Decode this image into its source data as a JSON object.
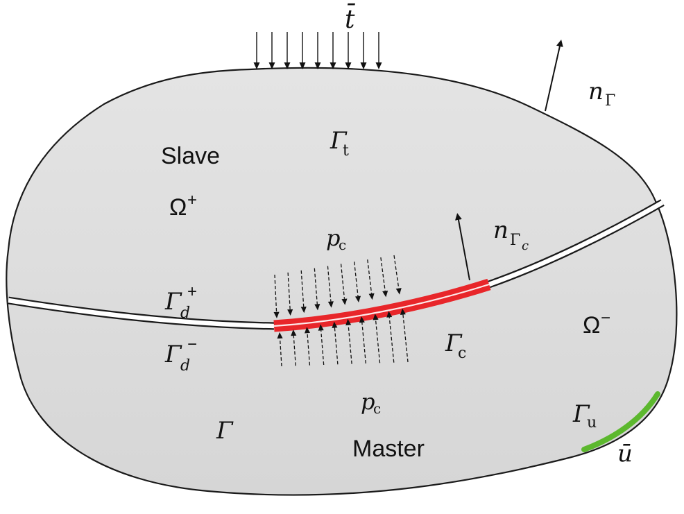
{
  "diagram": {
    "traction_label": "t̄",
    "normal_outer_label": "n",
    "normal_outer_sub": "Γ",
    "traction_boundary_label": "Γ",
    "traction_boundary_sub": "t",
    "slave_label": "Slave",
    "omega_plus_label": "Ω",
    "omega_plus_sup": "+",
    "contact_pressure_top": "p",
    "contact_pressure_top_sub": "c",
    "normal_contact_label": "n",
    "normal_contact_sub": "Γ",
    "normal_contact_subsub": "c",
    "crack_upper_label": "Γ",
    "crack_upper_sub": "d",
    "crack_upper_sup": "+",
    "crack_lower_label": "Γ",
    "crack_lower_sub": "d",
    "crack_lower_sup": "−",
    "contact_boundary_label": "Γ",
    "contact_boundary_sub": "c",
    "omega_minus_label": "Ω",
    "omega_minus_sup": "−",
    "contact_pressure_bottom": "p",
    "contact_pressure_bottom_sub": "c",
    "boundary_label": "Γ",
    "displacement_boundary_label": "Γ",
    "displacement_boundary_sub": "u",
    "master_label": "Master",
    "displacement_label": "ū",
    "colors": {
      "body_fill": "#dedede",
      "outline": "#1a1a1a",
      "contact_zone": "#e8262a",
      "displacement_boundary": "#5cb82e"
    }
  }
}
